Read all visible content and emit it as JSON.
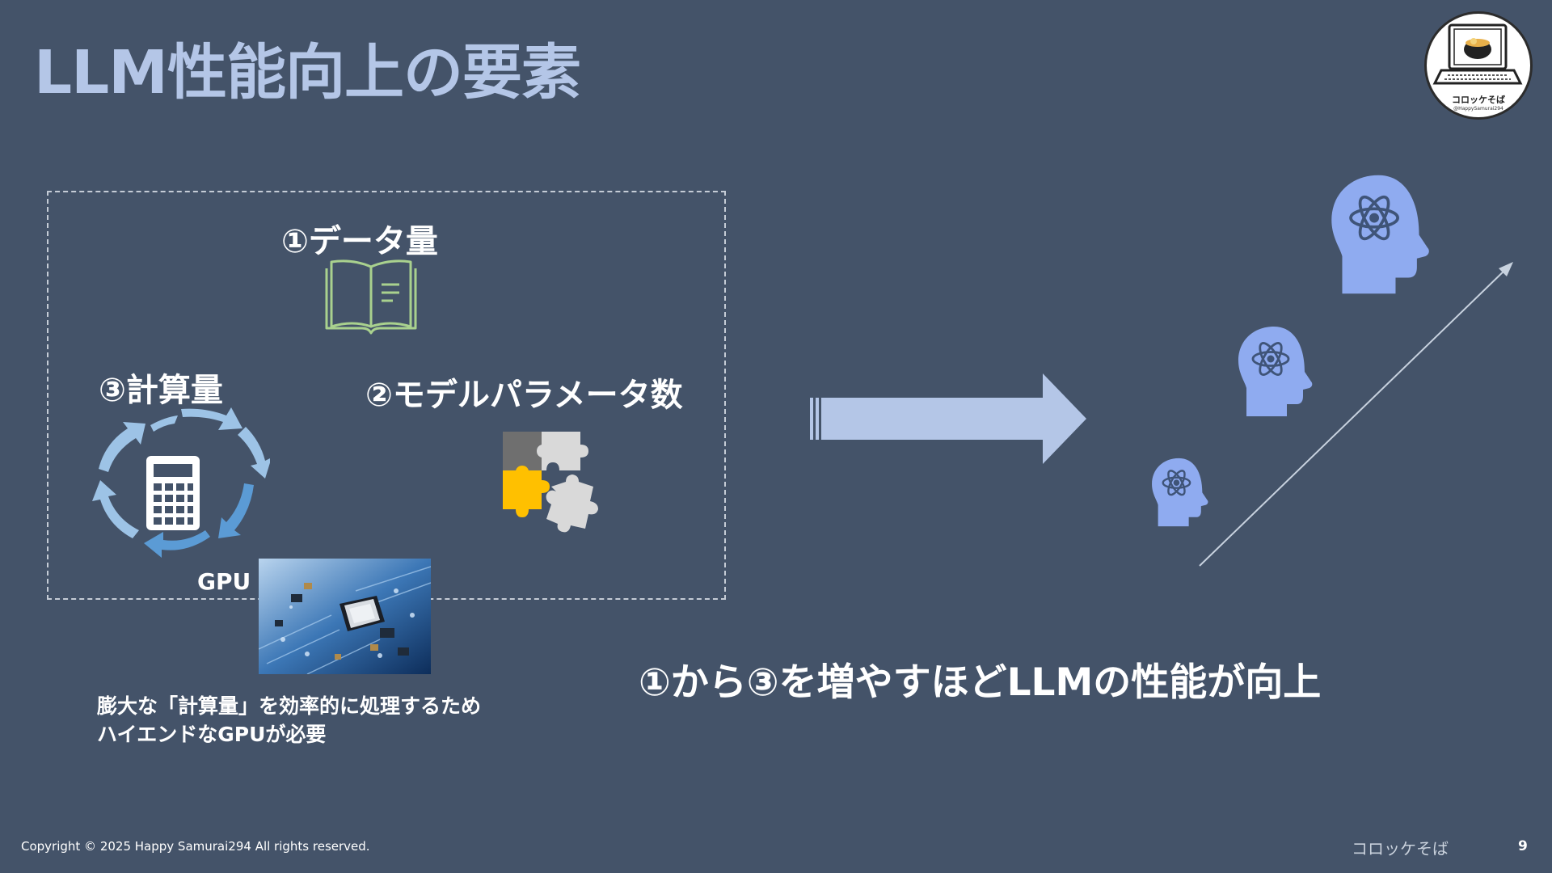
{
  "slide": {
    "title": "LLM性能向上の要素",
    "items": {
      "data": "①データ量",
      "params": "②モデルパラメータ数",
      "compute": "③計算量"
    },
    "gpu_label": "GPU",
    "gpu_note_line1": "膨大な「計算量」を効率的に処理するため",
    "gpu_note_line2": "ハイエンドなGPUが必要",
    "conclusion": "①から③を増やすほどLLMの性能が向上"
  },
  "logo": {
    "text": "コロッケそば",
    "sub": "@HappySamurai294"
  },
  "footer": {
    "copyright": "Copyright © 2025 Happy Samurai294 All rights reserved.",
    "brand": "コロッケそば",
    "page": "9"
  },
  "icons": [
    "open-book-icon",
    "puzzle-icon",
    "calculator-cycle-icon",
    "gpu-chip-image",
    "arrow-right-icon",
    "ai-head-icon",
    "growth-arrow-icon"
  ],
  "colors": {
    "background": "#445369",
    "title": "#b4c6e7",
    "head": "#8fabf0",
    "book": "#a9d18e",
    "cycle": "#9dc3e6",
    "puzzle_yellow": "#ffc000"
  }
}
